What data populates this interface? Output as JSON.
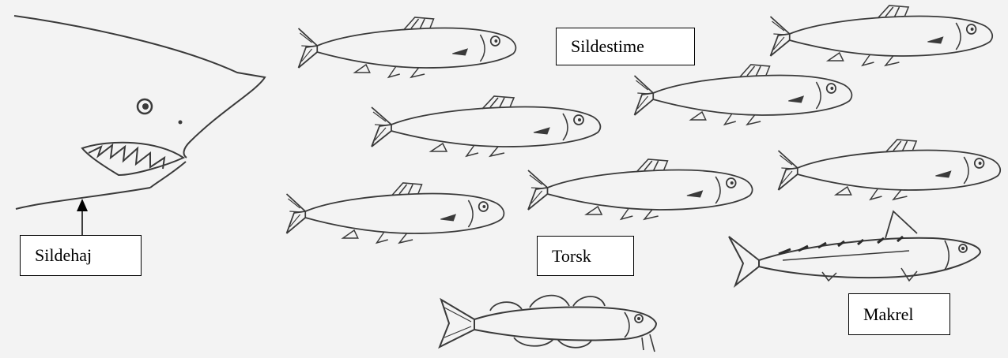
{
  "labels": {
    "sildestime": "Sildestime",
    "sildehaj": "Sildehaj",
    "torsk": "Torsk",
    "makrel": "Makrel"
  },
  "colors": {
    "ink": "#3a3a3a",
    "paper": "#f3f3f3",
    "box_border": "#000000"
  }
}
